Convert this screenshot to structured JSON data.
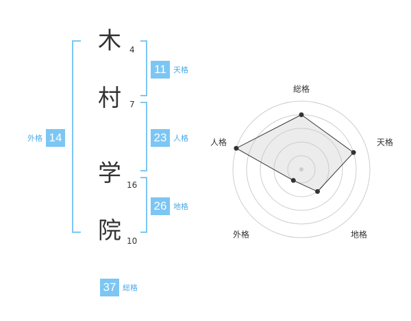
{
  "colors": {
    "accent": "#7cc6f4",
    "label": "#4da8e6",
    "bracket": "#7cc6f4"
  },
  "name": {
    "chars": [
      {
        "char": "木",
        "strokes": "4"
      },
      {
        "char": "村",
        "strokes": "7"
      },
      {
        "char": "学",
        "strokes": "16"
      },
      {
        "char": "院",
        "strokes": "10"
      }
    ]
  },
  "fortunes": {
    "tenkaku": {
      "value": "11",
      "label": "天格"
    },
    "jinkaku": {
      "value": "23",
      "label": "人格"
    },
    "chikaku": {
      "value": "26",
      "label": "地格"
    },
    "gaikaku": {
      "value": "14",
      "label": "外格"
    },
    "soukaku": {
      "value": "37",
      "label": "総格"
    }
  },
  "chart_data": {
    "type": "radar",
    "axes": [
      "総格",
      "天格",
      "地格",
      "外格",
      "人格"
    ],
    "values": [
      0.8,
      0.8,
      0.4,
      0.2,
      1.0
    ],
    "range": [
      0,
      1
    ],
    "rings": 4
  }
}
